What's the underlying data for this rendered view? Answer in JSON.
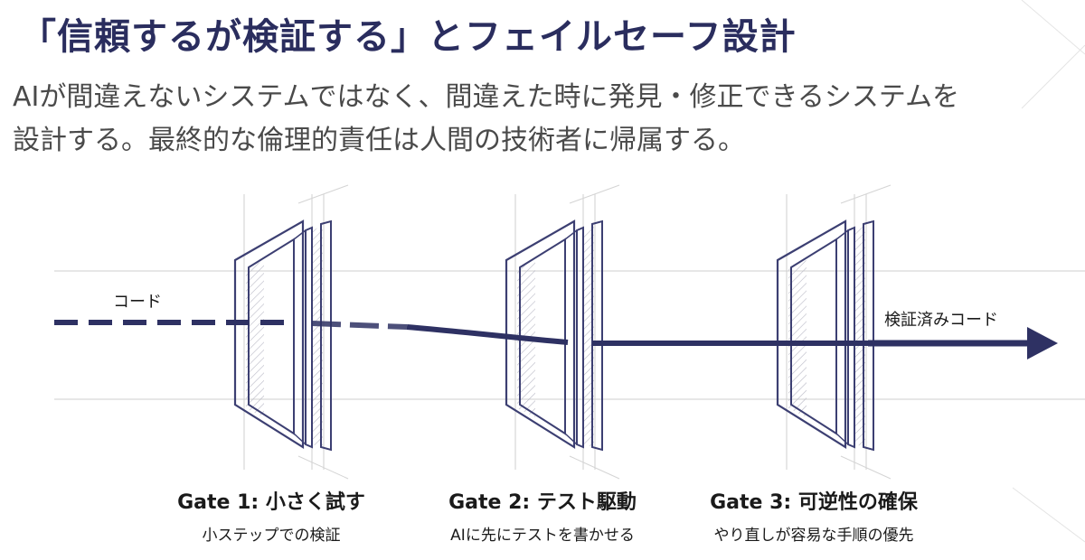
{
  "header": {
    "title": "「信頼するが検証する」とフェイルセーフ設計",
    "subtitle_lines": [
      "AIが間違えないシステムではなく、間違えた時に発見・修正できるシステムを",
      "設計する。最終的な倫理的責任は人間の技術者に帰属する。"
    ]
  },
  "diagram": {
    "input_label": "コード",
    "output_label": "検証済みコード",
    "colors": {
      "line": "#2e3163",
      "frame": "#3c3f72",
      "guide": "#c8c8c8"
    }
  },
  "gates": [
    {
      "title": "Gate 1: 小さく試す",
      "desc": "小ステップでの検証"
    },
    {
      "title": "Gate 2: テスト駆動",
      "desc": "AIに先にテストを書かせる"
    },
    {
      "title": "Gate 3: 可逆性の確保",
      "desc": "やり直しが容易な手順の優先"
    }
  ]
}
